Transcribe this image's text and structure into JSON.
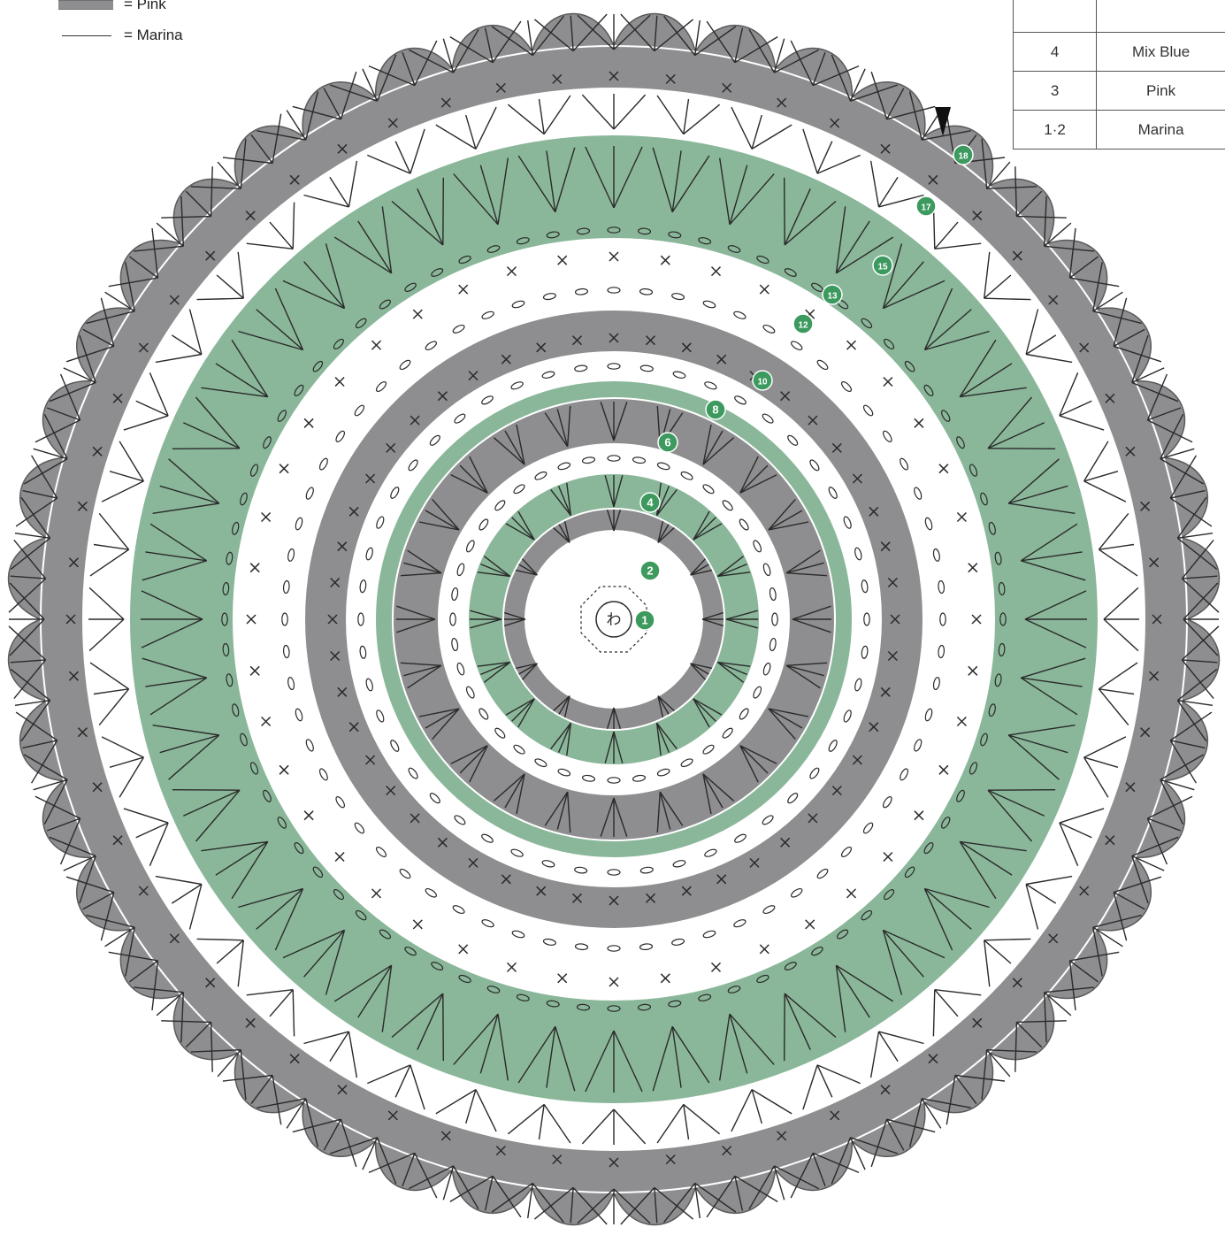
{
  "legend": [
    {
      "label": "= Pink",
      "icon": "pink-swatch-icon"
    },
    {
      "label": "= Marina",
      "icon": "marina-line-icon"
    }
  ],
  "color_table": {
    "rows": [
      {
        "rows": "",
        "color": ""
      },
      {
        "rows": "4",
        "color": "Mix Blue"
      },
      {
        "rows": "3",
        "color": "Pink"
      },
      {
        "rows": "1·2",
        "color": "Marina"
      }
    ]
  },
  "center_label": "わ",
  "round_labels": [
    "1",
    "2",
    "4",
    "6",
    "8",
    "10",
    "12",
    "13",
    "15",
    "17",
    "18"
  ],
  "colors": {
    "pink_band": "#8e8e90",
    "mix_blue_band": "#8ab79a",
    "marina_band": "#ffffff",
    "label_green": "#3c9a5e",
    "stitch_ink": "#2a2a2a"
  }
}
